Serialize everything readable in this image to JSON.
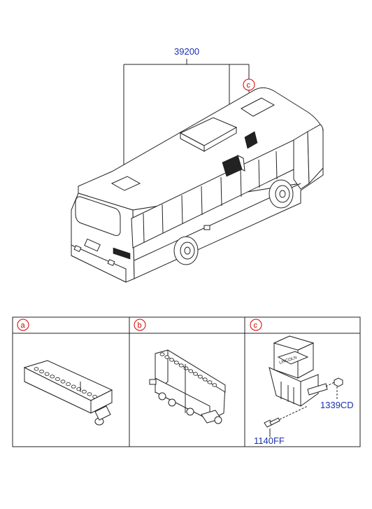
{
  "diagram": {
    "assembly_number": "39200",
    "callouts": [
      "a",
      "b",
      "c"
    ],
    "table": {
      "headers": [
        "a",
        "b",
        "c"
      ]
    },
    "part_labels": {
      "bracket_nut": "1339CD",
      "bolt": "1140FF"
    },
    "colors": {
      "part_number": "#1a2fb0",
      "callout": "#d40000",
      "line": "#222222"
    },
    "relay_label": "LINCOLN"
  }
}
